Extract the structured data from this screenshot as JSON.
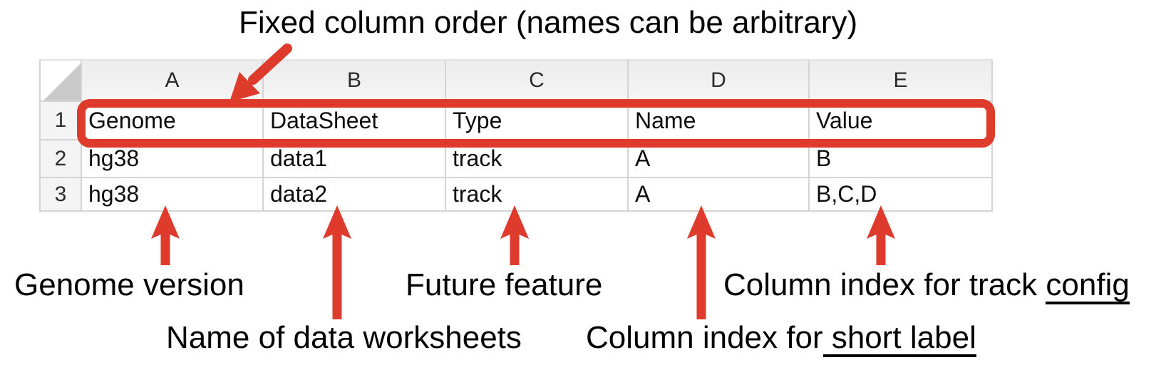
{
  "title": "Fixed column order (names can be arbitrary)",
  "colors": {
    "accent_red": "#DE3B2C",
    "grid_gray": "#D4D4D4",
    "header_bg": "#F0F0F0",
    "row_header_bg": "#F4F4F4",
    "corner_triangle": "#C9C9C9"
  },
  "spreadsheet": {
    "column_letters": [
      "A",
      "B",
      "C",
      "D",
      "E"
    ],
    "row_numbers": [
      "1",
      "2",
      "3"
    ],
    "header_row": [
      "Genome",
      "DataSheet",
      "Type",
      "Name",
      "Value"
    ],
    "rows": [
      [
        "hg38",
        "data1",
        "track",
        "A",
        "B"
      ],
      [
        "hg38",
        "data2",
        "track",
        "A",
        "B,C,D"
      ]
    ]
  },
  "annotations": {
    "genome_version": "Genome version",
    "future_feature": "Future feature",
    "track_config_prefix": "Column index for track ",
    "track_config_underlined": "config",
    "worksheets": "Name of data worksheets",
    "short_label_prefix": "Column index for",
    "short_label_underlined": " short label"
  }
}
